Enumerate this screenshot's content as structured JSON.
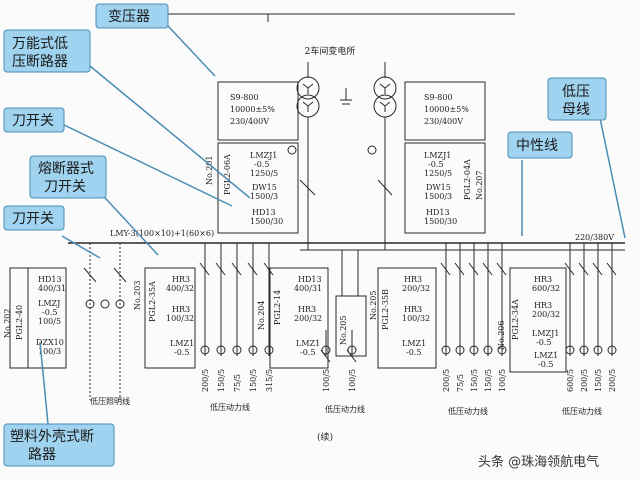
{
  "callouts": {
    "transformer": "变压器",
    "universal_breaker_1": "万能式低",
    "universal_breaker_2": "压断路器",
    "knife_switch_top": "刀开关",
    "fuse_switch_1": "熔断器式",
    "fuse_switch_2": "刀开关",
    "knife_switch_left": "刀开关",
    "neutral_line": "中性线",
    "lv_busbar_1": "低压",
    "lv_busbar_2": "母线",
    "molded_breaker_1": "塑料外壳式断",
    "molded_breaker_2": "路器"
  },
  "diagram": {
    "substation_title": "2车间变电所",
    "tr_left": [
      "S9-800",
      "10000±5%",
      "230/400V"
    ],
    "tr_right": [
      "S9-800",
      "10000±5%",
      "230/400V"
    ],
    "panel_201": {
      "id": "No.201",
      "model": "PGL2-06A",
      "rows": [
        "LMZJ1",
        "-0.5",
        "1250/5",
        "DW15",
        "1500/3",
        "HD13",
        "1500/30"
      ]
    },
    "panel_207": {
      "id": "No.207",
      "model": "PGL2-04A",
      "rows": [
        "LMZJ1",
        "-0.5",
        "1250/5",
        "DW15",
        "1500/3",
        "HD13",
        "1500/30"
      ]
    },
    "bus_label": "LMY-3(100×10)+1(60×6)",
    "bus_voltage": "220/380V",
    "panel_202": {
      "id": "No.202",
      "model": "PGL2-40",
      "rows": [
        "HD13",
        "400/31",
        "LMZJ",
        "-0.5",
        "100/5",
        "DZX10",
        "100/3"
      ]
    },
    "panel_203": {
      "id": "No.203",
      "model": "PGL2-35A",
      "rows": [
        "HR3",
        "400/32",
        "HR3",
        "100/32",
        "LMZ1",
        "-0.5"
      ]
    },
    "panel_204": {
      "id": "No.204",
      "model": "PGL2-14",
      "rows": [
        "HD13",
        "400/31",
        "HR3",
        "200/32",
        "LMZ1",
        "-0.5"
      ]
    },
    "panel_205": {
      "id": "No.205"
    },
    "panel_205b": {
      "id": "No.205",
      "model": "PGL2-35B",
      "rows": [
        "HR3",
        "200/32",
        "HR3",
        "100/32",
        "LMZ1",
        "-0.5"
      ]
    },
    "panel_206": {
      "id": "No.206",
      "model": "PGL2-34A",
      "rows": [
        "HR3",
        "600/32",
        "HR3",
        "200/32",
        "LMZJ1",
        "-0.5",
        "LMZ1",
        "-0.5"
      ]
    },
    "feeders": {
      "f202": "低压照明线",
      "f203": "低压动力线",
      "f205": "低压动力线",
      "f205b": "低压动力线",
      "f206": "低压动力线"
    },
    "ratings_203": [
      "200/5",
      "150/5",
      "75/5",
      "150/5",
      "315/5"
    ],
    "ratings_205": [
      "100/5",
      "100/5"
    ],
    "ratings_205b": [
      "200/5",
      "75/5",
      "150/5",
      "150/5",
      "100/5"
    ],
    "ratings_206": [
      "600/5",
      "200/5",
      "150/5",
      "200/5"
    ],
    "caption": "(续)"
  },
  "watermark": "头条 @珠海领航电气"
}
